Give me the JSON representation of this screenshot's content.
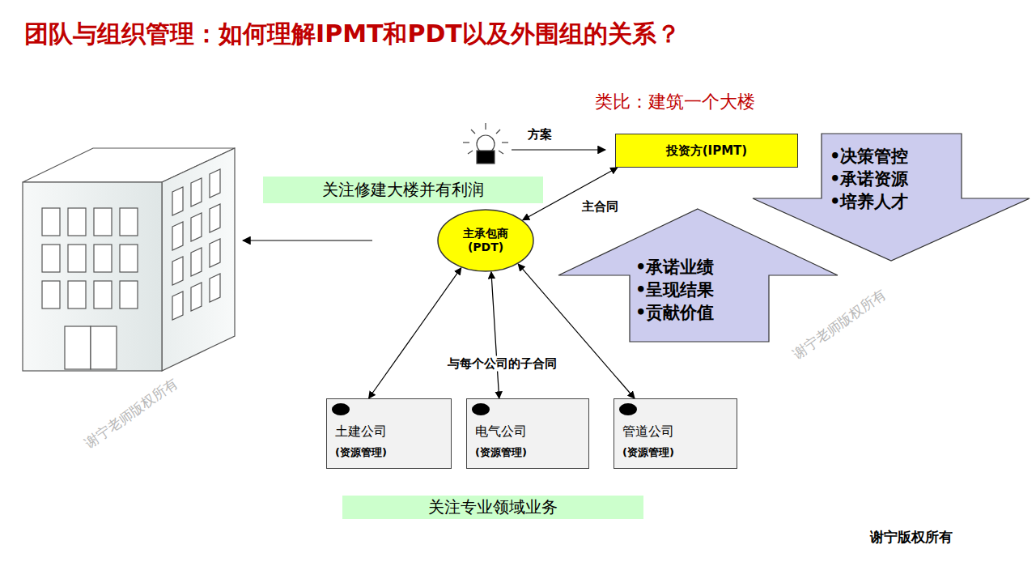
{
  "diagram": {
    "title": "团队与组织管理：如何理解IPMT和PDT以及外围组的关系？",
    "nodes": [
      {
        "text": [
          "投资方(IPMT)"
        ]
      },
      {
        "text": [
          "•决策管控",
          "•承诺资源",
          "•培养人才"
        ]
      },
      {
        "text": [
          "关注修建大楼并有利润"
        ]
      },
      {
        "text": [
          "主承包商 (PDT)"
        ]
      },
      {
        "text": [
          "•承诺业绩",
          "•呈现结果",
          "•贡献价值"
        ]
      },
      {
        "text": [
          "土建公司",
          "(资源管理)"
        ]
      },
      {
        "text": [
          "电气公司",
          "(资源管理)"
        ]
      },
      {
        "text": [
          "管道公司",
          "(资源管理)"
        ]
      },
      {
        "text": [
          "关注专业领域业务"
        ]
      }
    ],
    "edges": [
      {
        "from": 3,
        "to": 0,
        "arrow": "both",
        "label": "主合同"
      },
      {
        "from": 3,
        "to": 5,
        "arrow": "both"
      },
      {
        "from": 3,
        "to": 6,
        "arrow": "both",
        "label": "与每个公司的子合同"
      },
      {
        "from": 3,
        "to": 7,
        "arrow": "both"
      }
    ],
    "labels": [
      "方案",
      "类比：建筑一个大楼",
      "谢宁老师版权所有",
      "谢宁老师版权所有",
      "谢宁版权所有"
    ]
  }
}
